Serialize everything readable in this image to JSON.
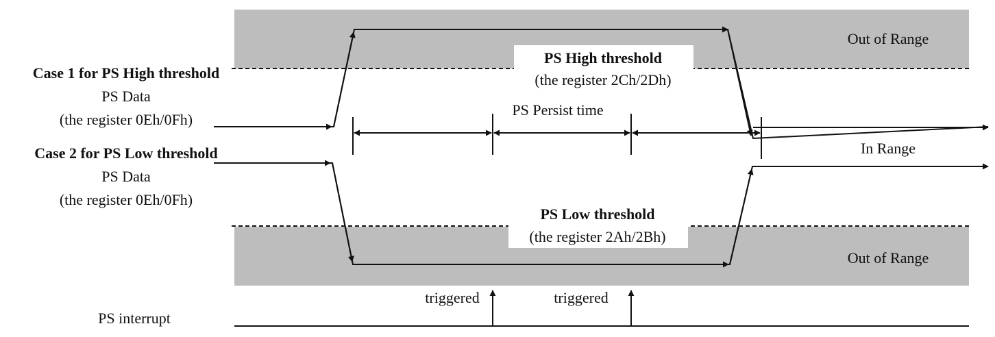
{
  "colors": {
    "band": "#bdbdbd",
    "line": "#111111",
    "label_bg": "#ffffff"
  },
  "zones": {
    "top_out_of_range": "Out of Range",
    "in_range": "In Range",
    "bottom_out_of_range": "Out of Range"
  },
  "thresholds": {
    "high_title": "PS High threshold",
    "high_register": "(the register 2Ch/2Dh)",
    "low_title": "PS Low threshold",
    "low_register": "(the register 2Ah/2Bh)"
  },
  "case1": {
    "title": "Case 1 for PS High threshold",
    "data_label": "PS Data",
    "data_register": "(the register 0Eh/0Fh)"
  },
  "case2": {
    "title": "Case 2 for PS Low threshold",
    "data_label": "PS Data",
    "data_register": "(the register 0Eh/0Fh)"
  },
  "persist": {
    "label": "PS Persist time"
  },
  "interrupt": {
    "label": "PS interrupt",
    "trigger_1": "triggered",
    "trigger_2": "triggered"
  }
}
